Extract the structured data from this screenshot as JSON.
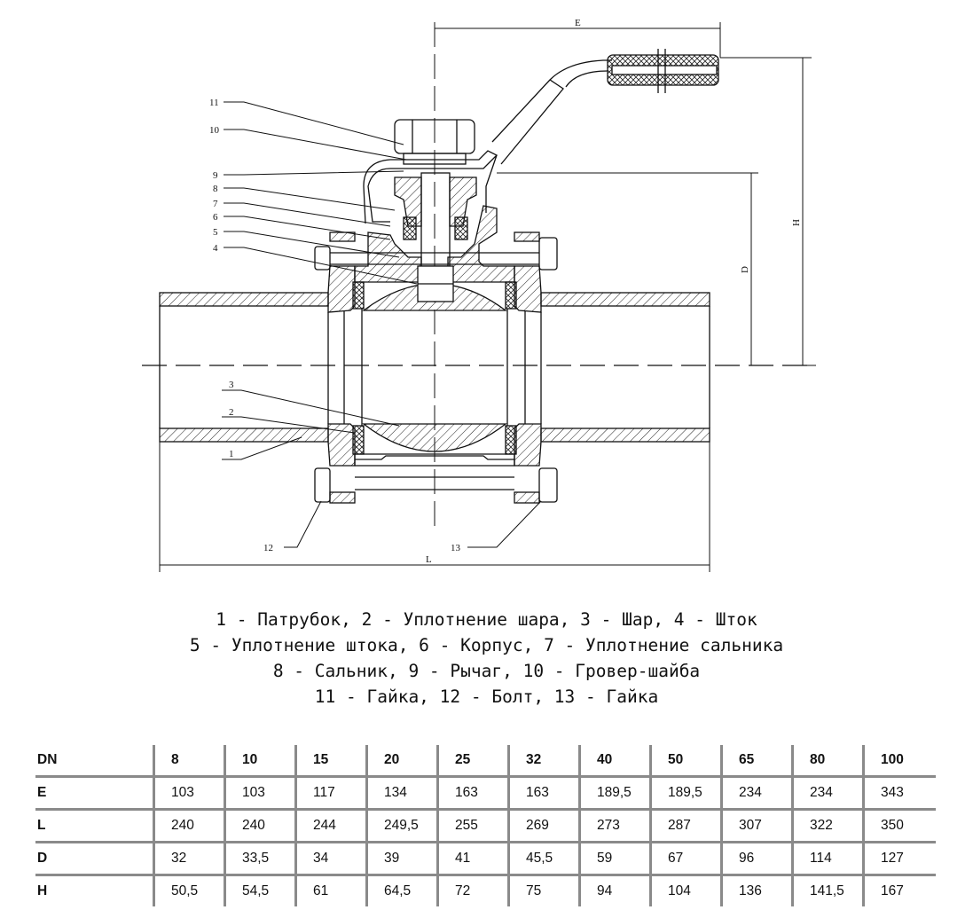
{
  "drawing": {
    "part_labels": [
      "1",
      "2",
      "3",
      "4",
      "5",
      "6",
      "7",
      "8",
      "9",
      "10",
      "11",
      "12",
      "13"
    ],
    "dimension_labels": {
      "E": "E",
      "L": "L",
      "D": "D",
      "H": "H"
    }
  },
  "legend": {
    "lines": [
      "1 - Патрубок, 2 - Уплотнение шара, 3 - Шар, 4 - Шток",
      "5 - Уплотнение штока, 6 - Корпус, 7 - Уплотнение сальника",
      "8 - Сальник, 9 - Рычаг, 10 - Гровер-шайба",
      "11 - Гайка, 12 - Болт, 13 - Гайка"
    ]
  },
  "table": {
    "header": [
      "DN",
      "8",
      "10",
      "15",
      "20",
      "25",
      "32",
      "40",
      "50",
      "65",
      "80",
      "100"
    ],
    "rows": [
      [
        "E",
        "103",
        "103",
        "117",
        "134",
        "163",
        "163",
        "189,5",
        "189,5",
        "234",
        "234",
        "343"
      ],
      [
        "L",
        "240",
        "240",
        "244",
        "249,5",
        "255",
        "269",
        "273",
        "287",
        "307",
        "322",
        "350"
      ],
      [
        "D",
        "32",
        "33,5",
        "34",
        "39",
        "41",
        "45,5",
        "59",
        "67",
        "96",
        "114",
        "127"
      ],
      [
        "H",
        "50,5",
        "54,5",
        "61",
        "64,5",
        "72",
        "75",
        "94",
        "104",
        "136",
        "141,5",
        "167"
      ]
    ]
  }
}
